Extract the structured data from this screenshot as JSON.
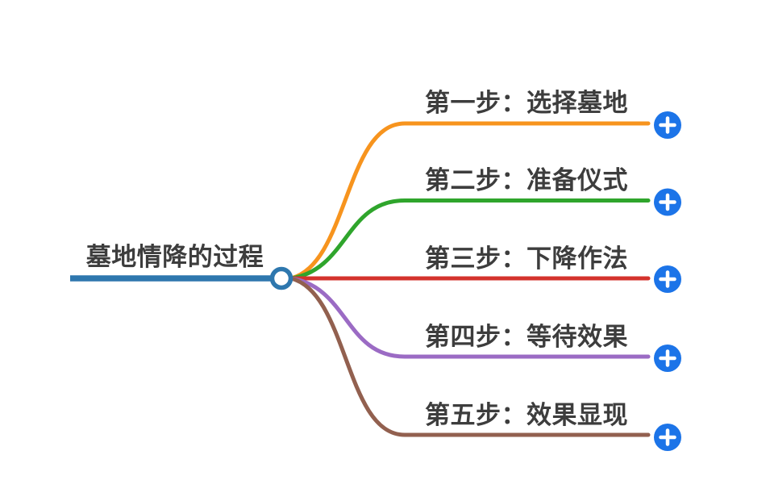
{
  "root": {
    "label": "墓地情降的过程",
    "line_color": "#2e77ae"
  },
  "branches": [
    {
      "label": "第一步：选择墓地",
      "line_color": "#f7941e"
    },
    {
      "label": "第二步：准备仪式",
      "line_color": "#2fa52c"
    },
    {
      "label": "第三步：下降作法",
      "line_color": "#d4332d"
    },
    {
      "label": "第四步：等待效果",
      "line_color": "#9b6bc4"
    },
    {
      "label": "第五步：效果显现",
      "line_color": "#92604f"
    }
  ],
  "add_button": {
    "icon": "plus",
    "color": "#1c74e8",
    "glyph_color": "#ffffff"
  },
  "colors": {
    "text": "#3d3d3d",
    "background": "#ffffff"
  }
}
